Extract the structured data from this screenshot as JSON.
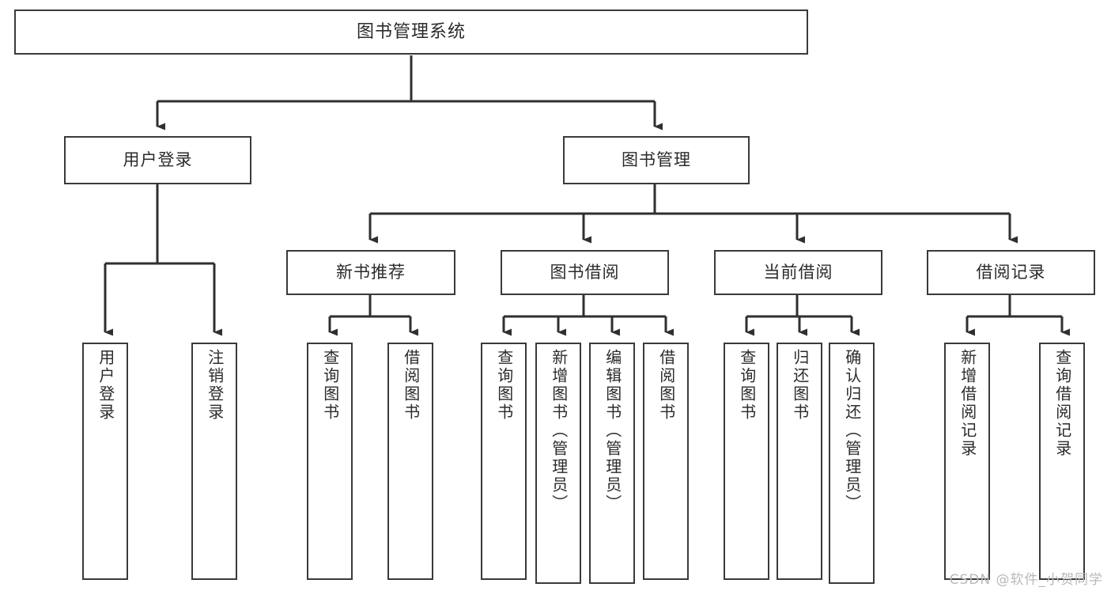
{
  "diagram": {
    "title": "图书管理系统",
    "type": "tree",
    "watermark": "CSDN @软件_小贺同学",
    "colors": {
      "box_border": "#3a3a3a",
      "box_fill": "#ffffff",
      "edge": "#2f2f2f",
      "text": "#2b2b2b",
      "watermark": "#b9b9b9",
      "background": "#ffffff"
    },
    "levels": {
      "root": {
        "label": "图书管理系统"
      },
      "level1": [
        {
          "label": "用户登录"
        },
        {
          "label": "图书管理"
        }
      ],
      "level2": [
        {
          "label": "新书推荐"
        },
        {
          "label": "图书借阅"
        },
        {
          "label": "当前借阅"
        },
        {
          "label": "借阅记录"
        }
      ],
      "leaves": {
        "user_login": [
          {
            "label": "用户登录"
          },
          {
            "label": "注销登录"
          }
        ],
        "new_book_recommend": [
          {
            "label": "查询图书"
          },
          {
            "label": "借阅图书"
          }
        ],
        "book_borrow": [
          {
            "label": "查询图书"
          },
          {
            "label": "新增图书（管理员）"
          },
          {
            "label": "编辑图书（管理员）"
          },
          {
            "label": "借阅图书"
          }
        ],
        "current_borrow": [
          {
            "label": "查询图书"
          },
          {
            "label": "归还图书"
          },
          {
            "label": "确认归还（管理员）"
          }
        ],
        "borrow_record": [
          {
            "label": "新增借阅记录"
          },
          {
            "label": "查询借阅记录"
          }
        ]
      }
    },
    "edges": [
      {
        "from": "图书管理系统",
        "to": "用户登录"
      },
      {
        "from": "图书管理系统",
        "to": "图书管理"
      },
      {
        "from": "图书管理",
        "to": "新书推荐"
      },
      {
        "from": "图书管理",
        "to": "图书借阅"
      },
      {
        "from": "图书管理",
        "to": "当前借阅"
      },
      {
        "from": "图书管理",
        "to": "借阅记录"
      },
      {
        "from": "用户登录",
        "to": "用户登录"
      },
      {
        "from": "用户登录",
        "to": "注销登录"
      },
      {
        "from": "新书推荐",
        "to": "查询图书"
      },
      {
        "from": "新书推荐",
        "to": "借阅图书"
      },
      {
        "from": "图书借阅",
        "to": "查询图书"
      },
      {
        "from": "图书借阅",
        "to": "新增图书（管理员）"
      },
      {
        "from": "图书借阅",
        "to": "编辑图书（管理员）"
      },
      {
        "from": "图书借阅",
        "to": "借阅图书"
      },
      {
        "from": "当前借阅",
        "to": "查询图书"
      },
      {
        "from": "当前借阅",
        "to": "归还图书"
      },
      {
        "from": "当前借阅",
        "to": "确认归还（管理员）"
      },
      {
        "from": "借阅记录",
        "to": "新增借阅记录"
      },
      {
        "from": "借阅记录",
        "to": "查询借阅记录"
      }
    ]
  }
}
